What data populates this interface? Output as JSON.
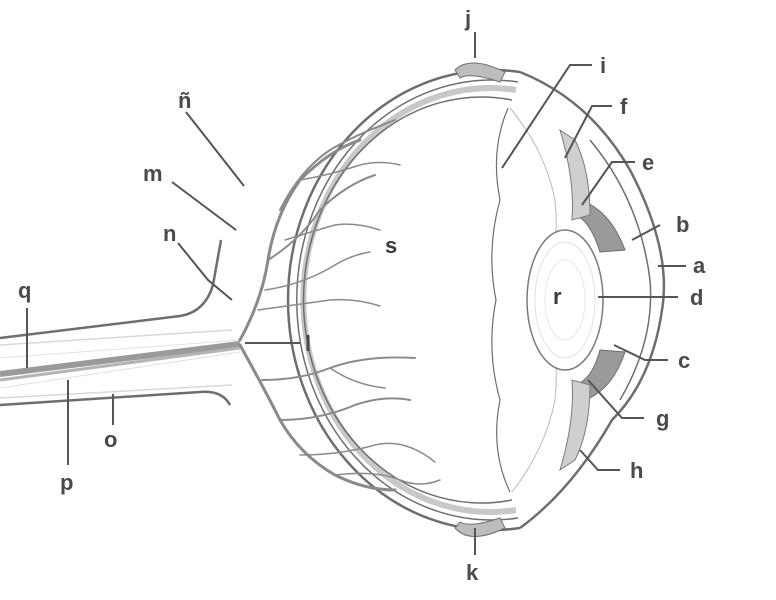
{
  "diagram": {
    "labels": {
      "a": "a",
      "b": "b",
      "c": "c",
      "d": "d",
      "e": "e",
      "f": "f",
      "g": "g",
      "h": "h",
      "i": "i",
      "j": "j",
      "k": "k",
      "l": "l",
      "m": "m",
      "n": "n",
      "enye": "ñ",
      "o": "o",
      "p": "p",
      "q": "q",
      "r": "r",
      "s": "s"
    }
  },
  "colors": {
    "outline": "#6e6e6e",
    "vessel": "#8a8a8a",
    "choroid_band": "#c8c8c8",
    "iris": "#9a9a9a",
    "lens": "#ffffff",
    "background": "#ffffff"
  }
}
